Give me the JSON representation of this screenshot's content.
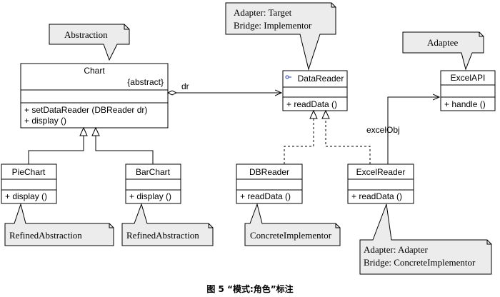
{
  "notes": {
    "abstraction": "Abstraction",
    "target_line1": "Adapter: Target",
    "target_line2": "Bridge: Implementor",
    "adaptee": "Adaptee",
    "refined1": "RefinedAbstraction",
    "refined2": "RefinedAbstraction",
    "concrete": "ConcreteImplementor",
    "adapter_line1": "Adapter: Adapter",
    "adapter_line2": "Bridge: ConcreteImplementor"
  },
  "classes": {
    "chart": {
      "name": "Chart",
      "stereotype": "{abstract}",
      "op1": "+ setDataReader (DBReader dr)",
      "op2": "+ display ()"
    },
    "datareader": {
      "name": "DataReader",
      "op1": "+ readData ()"
    },
    "excelapi": {
      "name": "ExcelAPI",
      "op1": "+ handle ()"
    },
    "piechart": {
      "name": "PieChart",
      "op1": "+ display ()"
    },
    "barchart": {
      "name": "BarChart",
      "op1": "+ display ()"
    },
    "dbreader": {
      "name": "DBReader",
      "op1": "+ readData ()"
    },
    "excelreader": {
      "name": "ExcelReader",
      "op1": "+ readData ()"
    }
  },
  "associations": {
    "dr_label": "dr",
    "excelobj_label": "excelObj"
  },
  "caption": "图 5 “模式:角色”标注",
  "colors": {
    "note_fill": "#ececec",
    "line": "#000000"
  }
}
